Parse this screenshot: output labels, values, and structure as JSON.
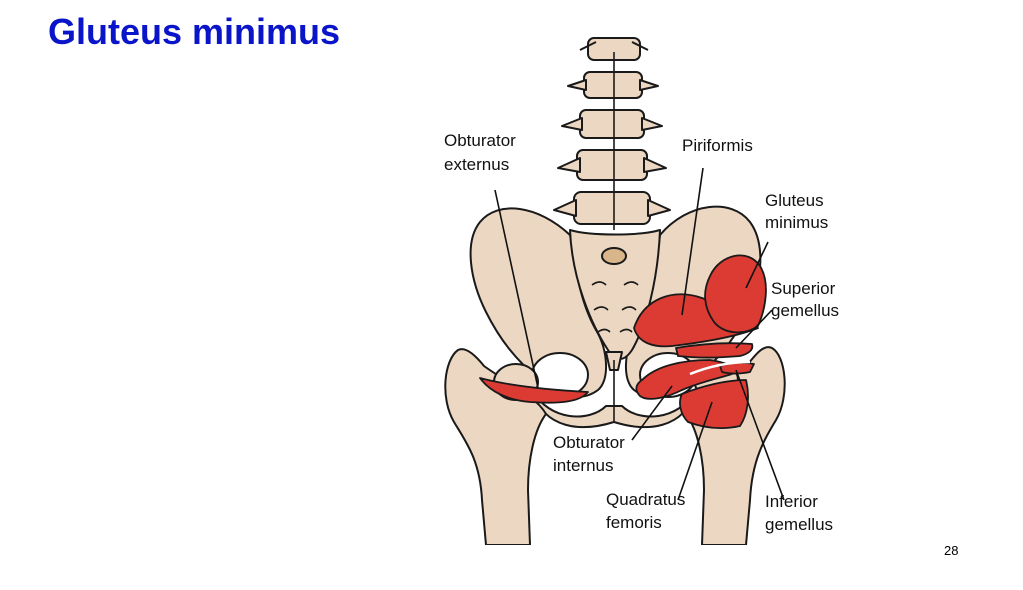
{
  "slide": {
    "title": "Gluteus minimus",
    "page_number": "28"
  },
  "diagram": {
    "labels": {
      "obturator_externus": [
        "Obturator",
        "externus"
      ],
      "piriformis": [
        "Piriformis"
      ],
      "gluteus_minimus": [
        "Gluteus",
        "minimus"
      ],
      "superior_gemellus": [
        "Superior",
        "gemellus"
      ],
      "obturator_internus": [
        "Obturator",
        "internus"
      ],
      "quadratus_femoris": [
        "Quadratus",
        "femoris"
      ],
      "inferior_gemellus": [
        "Inferior",
        "gemellus"
      ]
    },
    "colors": {
      "title": "#0a14c8",
      "bone": "#ecd7c2",
      "muscle": "#dc3b33",
      "outline": "#1a1a1a"
    }
  }
}
